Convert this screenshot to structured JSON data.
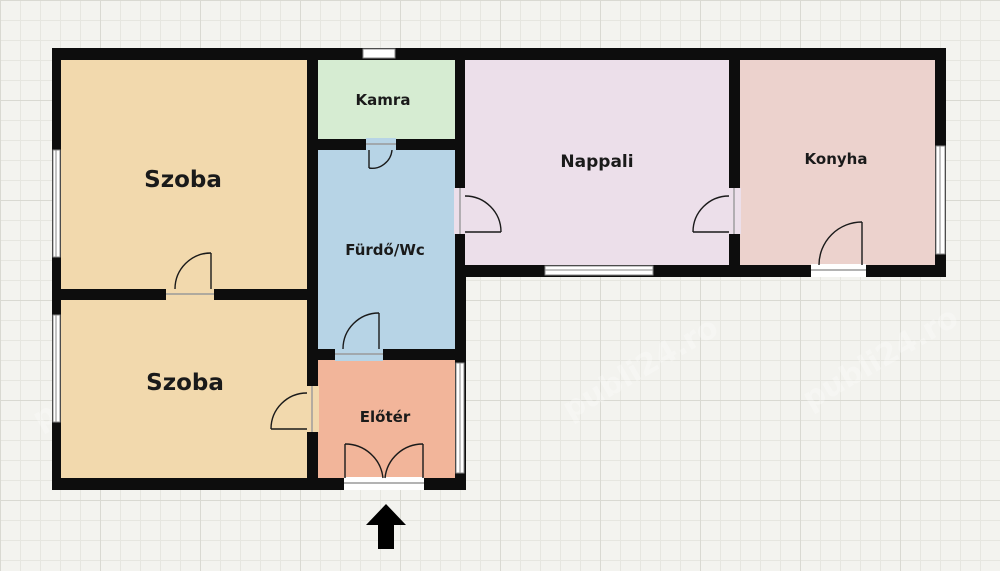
{
  "floorplan": {
    "rooms": [
      {
        "id": "szoba-top",
        "label": "Szoba",
        "color": "#f2d9ad"
      },
      {
        "id": "szoba-bottom",
        "label": "Szoba",
        "color": "#f2d9ad"
      },
      {
        "id": "kamra",
        "label": "Kamra",
        "color": "#d6ecd2"
      },
      {
        "id": "furdo",
        "label": "Fürdő/Wc",
        "color": "#b7d4e6"
      },
      {
        "id": "eloter",
        "label": "Előtér",
        "color": "#f2b59a"
      },
      {
        "id": "nappali",
        "label": "Nappali",
        "color": "#ecdfea"
      },
      {
        "id": "konyha",
        "label": "Konyha",
        "color": "#ecd2cd"
      }
    ],
    "watermark": "publi24.ro",
    "wall_color": "#0d0d0d",
    "entrance_icon": "arrow-up-icon"
  }
}
